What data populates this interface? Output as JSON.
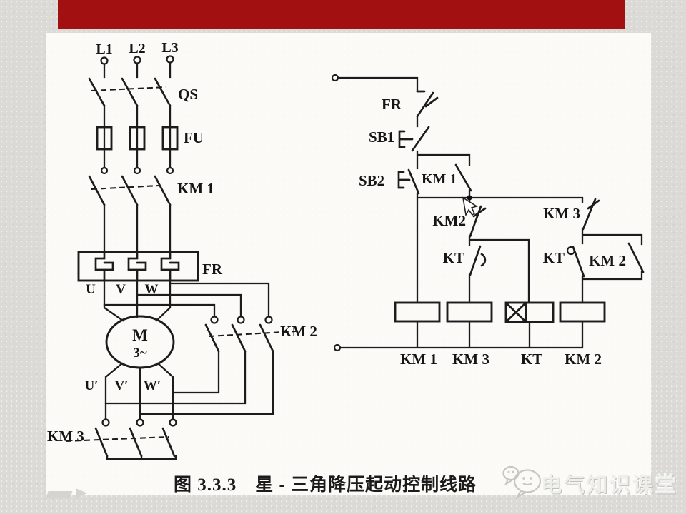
{
  "slide": {
    "caption": "图 3.3.3　星 - 三角降压起动控制线路",
    "watermark": "电气知识课堂"
  },
  "power": {
    "phases": [
      "L1",
      "L2",
      "L3"
    ],
    "qs_label": "QS",
    "fu_label": "FU",
    "km1_label": "KM 1",
    "fr_label": "FR",
    "terminals_top": [
      "U",
      "V",
      "W"
    ],
    "motor_letter": "M",
    "motor_phase": "3~",
    "terminals_bottom": [
      "U′",
      "V′",
      "W′"
    ],
    "km2_label": "KM 2",
    "km3_label": "KM 3"
  },
  "control": {
    "fr_label": "FR",
    "sb1_label": "SB1",
    "sb2_label": "SB2",
    "km1_aux_label": "KM 1",
    "km2_nc_label": "KM2",
    "kt_nc_label": "KT",
    "km3_nc_label": "KM 3",
    "kt_no_label": "KT",
    "km2_no_label": "KM 2",
    "coil_labels": [
      "KM 1",
      "KM 3",
      "KT",
      "KM 2"
    ]
  }
}
